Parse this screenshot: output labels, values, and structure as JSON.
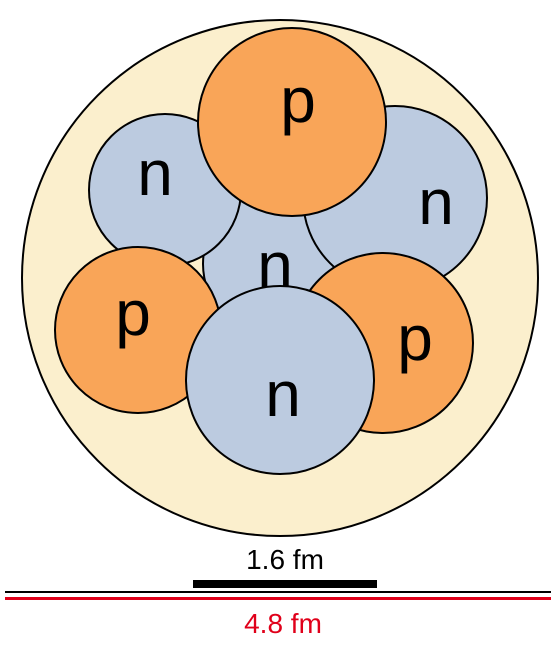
{
  "colors": {
    "nucleus_fill": "#fbefcd",
    "proton_fill": "#f9a558",
    "neutron_fill": "#bccbe0",
    "outline": "#000000",
    "small_scale_bar": "#000000",
    "large_scale_line": "#e0001a",
    "large_scale_label": "#e0001a"
  },
  "labels": {
    "proton_symbol": "p",
    "neutron_symbol": "n"
  },
  "nucleons": [
    {
      "type": "neutron",
      "label": "n"
    },
    {
      "type": "neutron",
      "label": "n"
    },
    {
      "type": "neutron",
      "label": "n"
    },
    {
      "type": "proton",
      "label": "p"
    },
    {
      "type": "proton",
      "label": "p"
    },
    {
      "type": "proton",
      "label": "p"
    },
    {
      "type": "neutron",
      "label": "n"
    }
  ],
  "scale": {
    "small_label": "1.6 fm",
    "large_label": "4.8 fm"
  }
}
